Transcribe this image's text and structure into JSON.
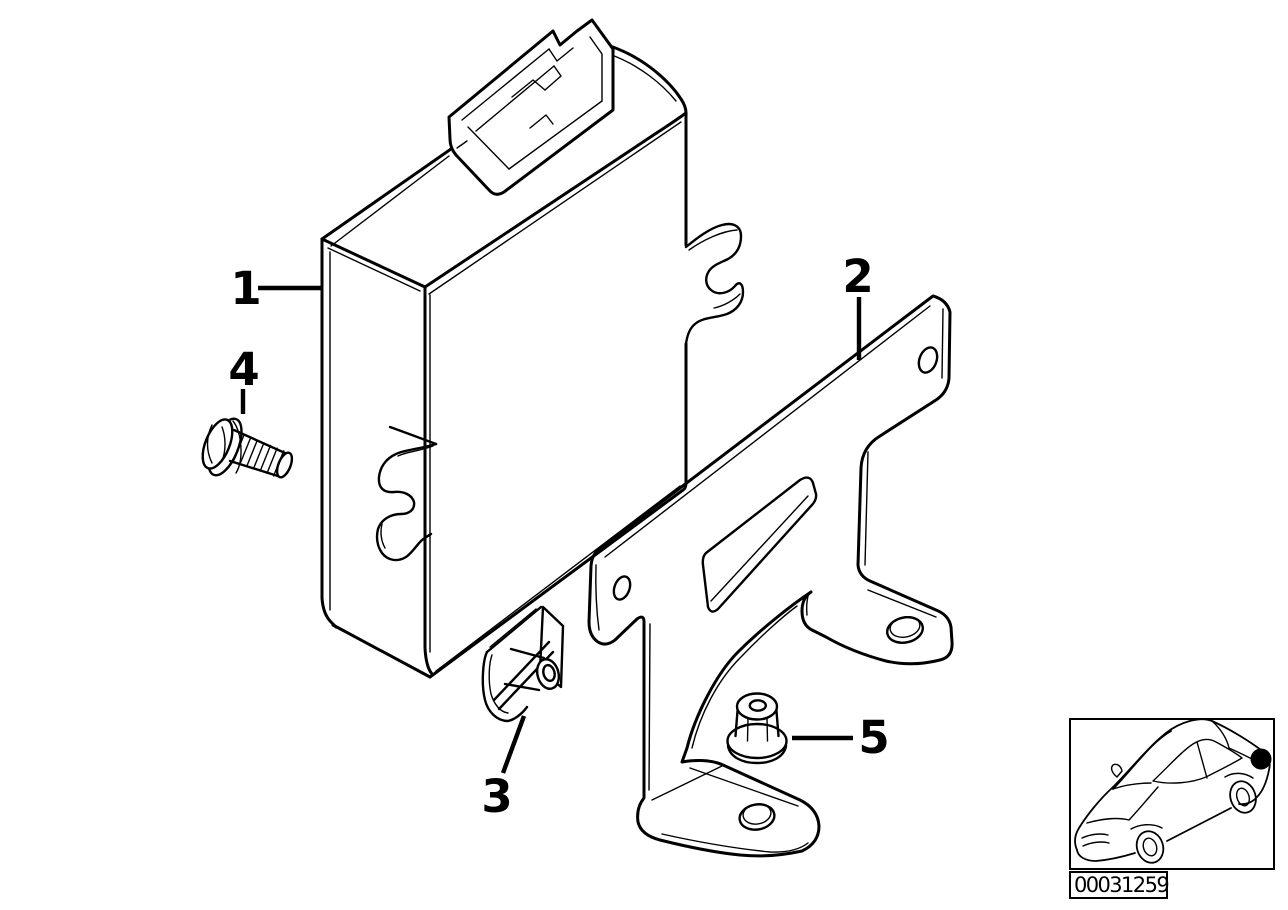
{
  "diagram": {
    "type": "exploded-parts-diagram",
    "background_color": "#ffffff",
    "line_color": "#000000",
    "callouts": [
      {
        "id": "1",
        "label": "1"
      },
      {
        "id": "2",
        "label": "2"
      },
      {
        "id": "3",
        "label": "3"
      },
      {
        "id": "4",
        "label": "4"
      },
      {
        "id": "5",
        "label": "5"
      }
    ],
    "part_number": "00031259"
  }
}
